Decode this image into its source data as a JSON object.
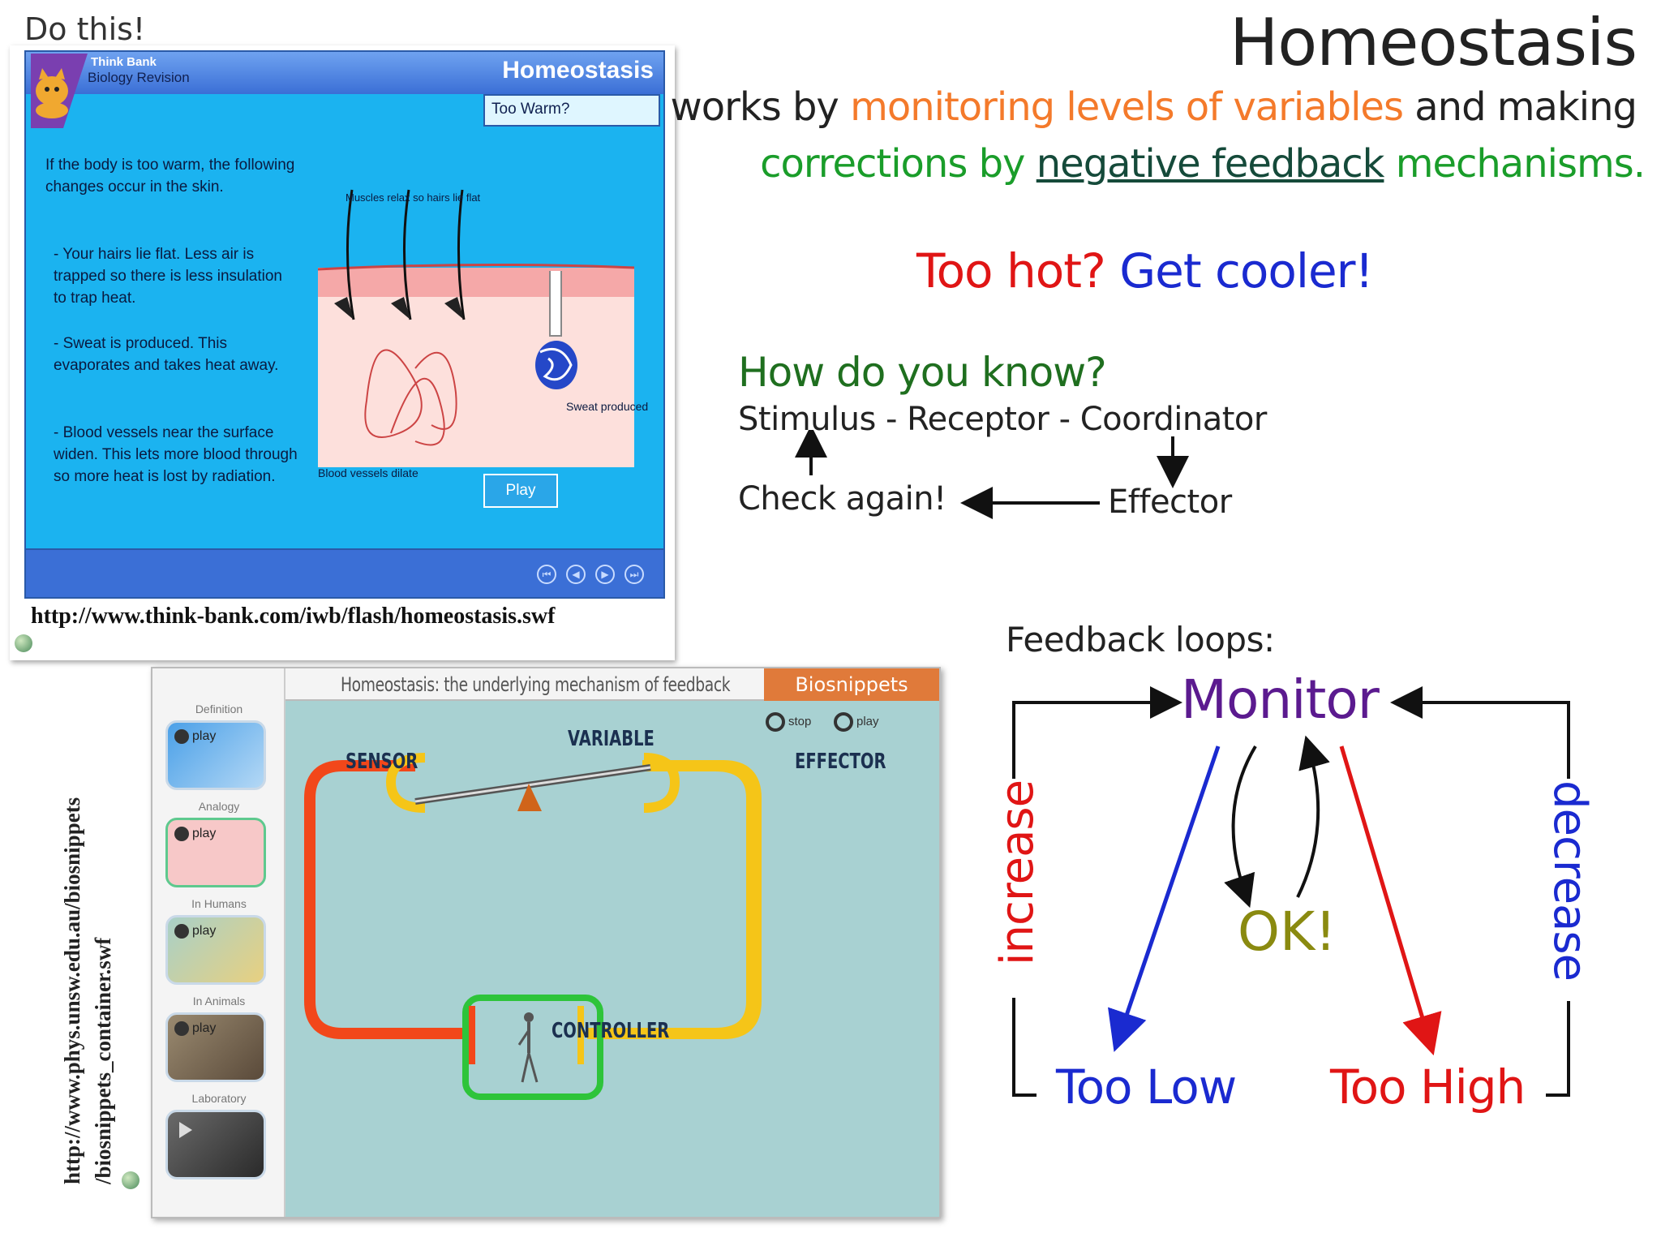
{
  "slide": {
    "do_this": "Do this!",
    "title": "Homeostasis",
    "def_works_by": "works by",
    "def_monitoring": "monitoring levels of variables",
    "def_and_making": "and making",
    "def_corrections_by": "corrections by",
    "def_negative_feedback": "negative feedback",
    "def_mechanisms": "mechanisms",
    "def_period": ".",
    "too_hot": "Too hot?",
    "get_cooler": "Get cooler!",
    "how_know": "How do you know?",
    "chain": "Stimulus - Receptor - Coordinator",
    "check_again": "Check again!",
    "effector": "Effector",
    "colors": {
      "orange": "#f47a2b",
      "green": "#1a9d2a",
      "red": "#e01515",
      "blue": "#1a2ad0",
      "purple": "#5b1a8f",
      "olive": "#8a8a10"
    }
  },
  "thinkbank": {
    "brand_line1": "Think Bank",
    "brand_line2": "Biology Revision",
    "header_title": "Homeostasis",
    "subtab": "Too Warm?",
    "intro": "If the body is too warm, the following changes occur in the skin.",
    "bullet1": "- Your hairs lie flat. Less air is trapped so there is less insulation to trap heat.",
    "bullet2": "- Sweat is produced. This evaporates and takes heat away.",
    "bullet3": "- Blood vessels near the surface widen. This lets more blood through so more heat is lost by radiation.",
    "label_muscles": "Muscles relax so hairs lie flat",
    "label_sweat": "Sweat produced",
    "label_vessels": "Blood vessels dilate",
    "play": "Play",
    "url": "http://www.think-bank.com/iwb/flash/homeostasis.swf"
  },
  "biosnippets": {
    "title": "Homeostasis: the underlying mechanism of feedback",
    "brand": "Biosnippets",
    "stop": "stop",
    "play": "play",
    "variable": "VARIABLE",
    "sensor": "SENSOR",
    "effector": "EFFECTOR",
    "controller": "CONTROLLER",
    "categories": [
      "Definition",
      "Analogy",
      "In Humans",
      "In Animals",
      "Laboratory"
    ],
    "thumb_play": "play",
    "url_line1": "http://www.phys.unsw.edu.au/biosnippets",
    "url_line2": "/biosnippets_container.swf"
  },
  "feedback": {
    "title": "Feedback loops:",
    "monitor": "Monitor",
    "ok": "OK!",
    "too_low": "Too Low",
    "too_high": "Too High",
    "increase": "increase",
    "decrease": "decrease"
  }
}
